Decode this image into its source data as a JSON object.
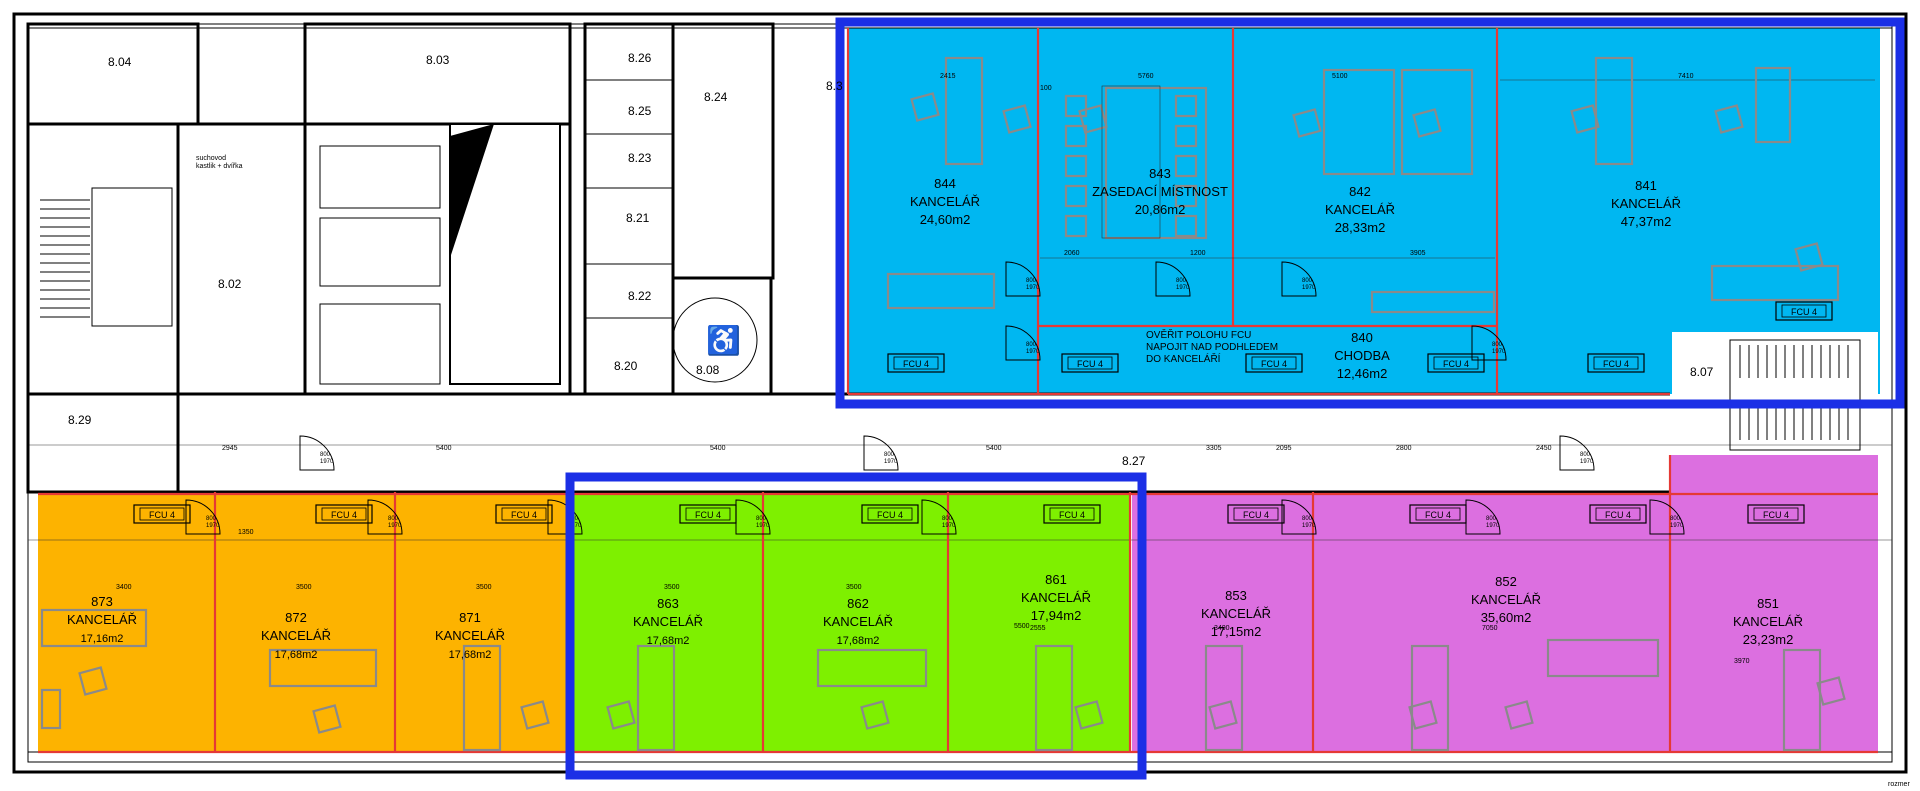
{
  "colors": {
    "cyan": "#00b7f1",
    "orange": "#fdb300",
    "green": "#7ef000",
    "magenta": "#dc6fe0",
    "highlight": "#1b2fe6",
    "red_wall": "#e53935",
    "furniture": "#8a8a8a"
  },
  "core_rooms": [
    "8.04",
    "8.03",
    "8.26",
    "8.25",
    "8.24",
    "8.23",
    "8.21",
    "8.22",
    "8.02",
    "8.20",
    "8.08",
    "8.29",
    "8.27",
    "8.07",
    "8.3"
  ],
  "rooms": [
    {
      "num": "844",
      "name": "KANCELÁŘ",
      "area": "24,60m2"
    },
    {
      "num": "843",
      "name": "ZASEDACÍ MÍSTNOST",
      "area": "20,86m2"
    },
    {
      "num": "842",
      "name": "KANCELÁŘ",
      "area": "28,33m2"
    },
    {
      "num": "841",
      "name": "KANCELÁŘ",
      "area": "47,37m2"
    },
    {
      "num": "840",
      "name": "CHODBA",
      "area": "12,46m2"
    },
    {
      "num": "873",
      "name": "KANCELÁŘ",
      "area": "17,16m2"
    },
    {
      "num": "872",
      "name": "KANCELÁŘ",
      "area": "17,68m2"
    },
    {
      "num": "871",
      "name": "KANCELÁŘ",
      "area": "17,68m2"
    },
    {
      "num": "863",
      "name": "KANCELÁŘ",
      "area": "17,68m2"
    },
    {
      "num": "862",
      "name": "KANCELÁŘ",
      "area": "17,68m2"
    },
    {
      "num": "861",
      "name": "KANCELÁŘ",
      "area": "17,94m2"
    },
    {
      "num": "853",
      "name": "KANCELÁŘ",
      "area": "17,15m2"
    },
    {
      "num": "852",
      "name": "KANCELÁŘ",
      "area": "35,60m2"
    },
    {
      "num": "851",
      "name": "KANCELÁŘ",
      "area": "23,23m2"
    }
  ],
  "note_fcu": [
    "OVĚŘIT POLOHU FCU",
    "NAPOJIT NAD PODHLEDEM",
    "DO KANCELÁŘÍ"
  ],
  "note_suchovod": [
    "suchovod",
    "kastlik + dvířka"
  ],
  "fcu_label": "FCU 4",
  "door_label": [
    "800",
    "1970"
  ],
  "dimensions": [
    "2945",
    "5400",
    "5400",
    "5400",
    "3305",
    "2095",
    "2800",
    "2450",
    "3400",
    "3500",
    "3500",
    "3500",
    "3500",
    "2555",
    "3400",
    "7050",
    "3970",
    "1350",
    "5500",
    "1200",
    "2060",
    "3905",
    "100",
    "5100",
    "5760",
    "7410",
    "2415"
  ],
  "corner_note": "rozmer"
}
